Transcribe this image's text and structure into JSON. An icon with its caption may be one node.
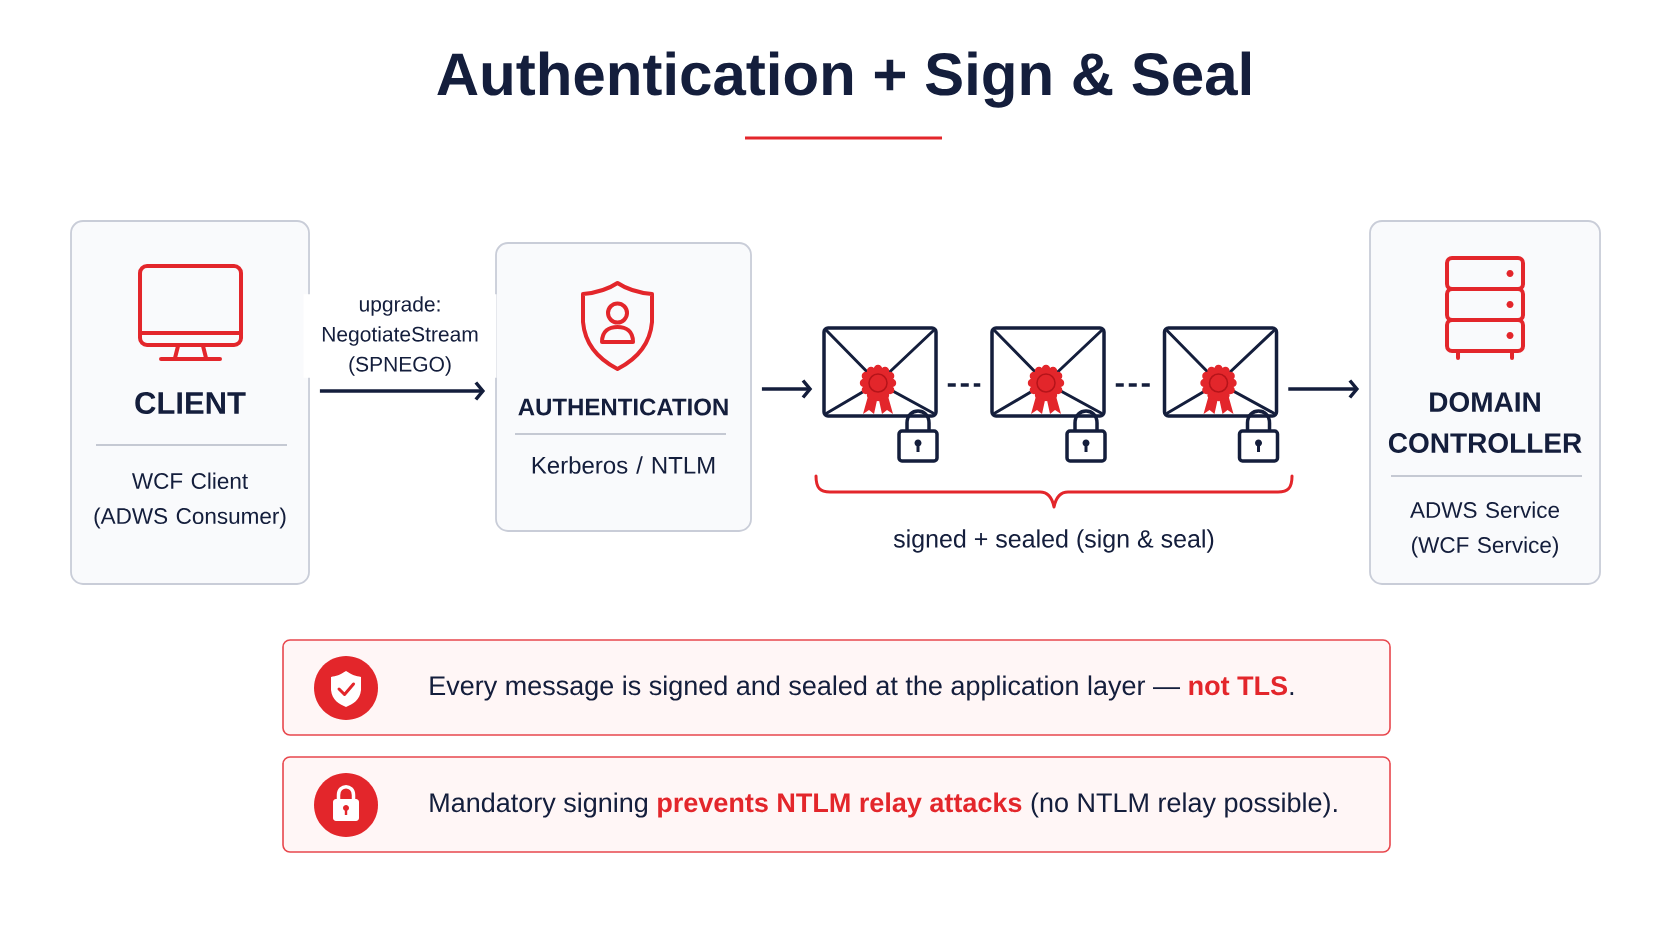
{
  "diagram": {
    "title": "Authentication + Sign & Seal",
    "nodes": [
      {
        "text": [
          "CLIENT",
          "WCF Client (ADWS Consumer)"
        ]
      },
      {
        "text": [
          "AUTHENTICATION",
          "Kerberos / NTLM"
        ]
      },
      {
        "text": [],
        "shape": "envelope"
      },
      {
        "text": [],
        "shape": "envelope"
      },
      {
        "text": [],
        "shape": "envelope"
      },
      {
        "text": [
          "DOMAIN CONTROLLER",
          "ADWS Service (WCF Service)"
        ]
      },
      {
        "text": [
          "Every message is signed and sealed at the application layer — **not TLS**."
        ]
      },
      {
        "text": [
          "Mandatory signing **prevents NTLM relay attacks** (no NTLM relay possible)."
        ]
      }
    ],
    "edges": [
      {
        "from": 0,
        "to": 1,
        "arrow": "to",
        "label": "upgrade: NegotiateStream (SPNEGO)"
      },
      {
        "from": 1,
        "to": 2,
        "arrow": "to"
      },
      {
        "from": 2,
        "to": 3,
        "arrow": "none",
        "style": "dashed"
      },
      {
        "from": 3,
        "to": 4,
        "arrow": "none",
        "style": "dashed"
      },
      {
        "from": 4,
        "to": 5,
        "arrow": "to"
      }
    ],
    "labels": [
      "signed + sealed (sign & seal)"
    ]
  }
}
